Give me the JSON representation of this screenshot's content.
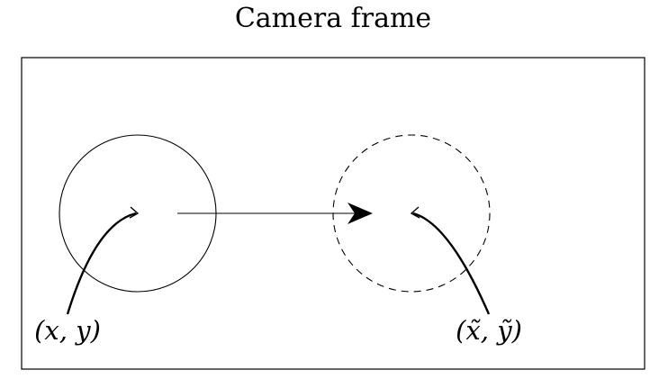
{
  "diagram": {
    "title": "Camera frame",
    "labels": {
      "original_point": "(x, y)",
      "transformed_point": "(x̃, ỹ)"
    }
  }
}
